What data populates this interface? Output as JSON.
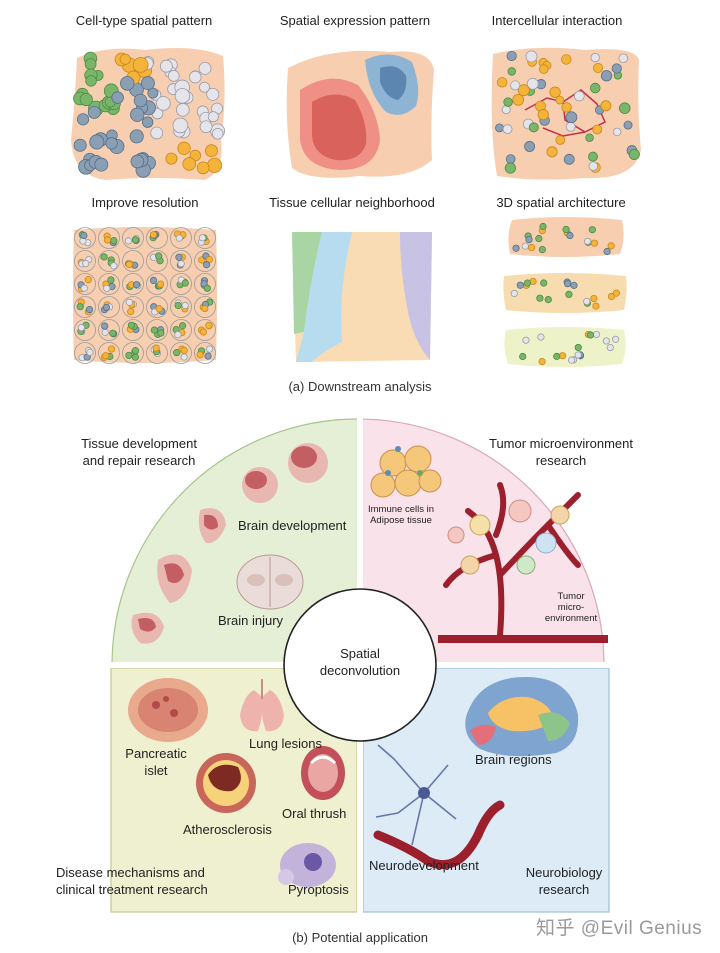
{
  "downstream": {
    "panels": [
      {
        "title": "Cell-type spatial pattern"
      },
      {
        "title": "Spatial expression pattern"
      },
      {
        "title": "Intercellular interaction"
      },
      {
        "title": "Improve resolution"
      },
      {
        "title": "Tissue cellular neighborhood"
      },
      {
        "title": "3D spatial architecture"
      }
    ],
    "caption": "(a) Downstream analysis"
  },
  "application": {
    "center": "Spatial\ndeconvolution",
    "quadrants": {
      "top_left": {
        "title": "Tissue development\nand repair research",
        "items": [
          "Brain development",
          "Brain injury"
        ],
        "color": "#e5efd6"
      },
      "top_right": {
        "title": "Tumor microenvironment\nresearch",
        "items": [
          "Immune cells in\nAdipose tissue",
          "Tumor\nmicro-\nenvironment"
        ],
        "color": "#f9e2ea"
      },
      "bottom_left": {
        "title": "Disease mechanisms and\nclinical treatment research",
        "items": [
          "Pancreatic\nislet",
          "Lung lesions",
          "Atherosclerosis",
          "Oral thrush",
          "Pyroptosis"
        ],
        "color": "#eef0cf"
      },
      "bottom_right": {
        "title": "Neurobiology\nresearch",
        "items": [
          "Brain regions",
          "Neurodevelopment"
        ],
        "color": "#dcebf6"
      }
    },
    "caption": "(b) Potential application"
  },
  "watermark": "知乎 @Evil Genius"
}
